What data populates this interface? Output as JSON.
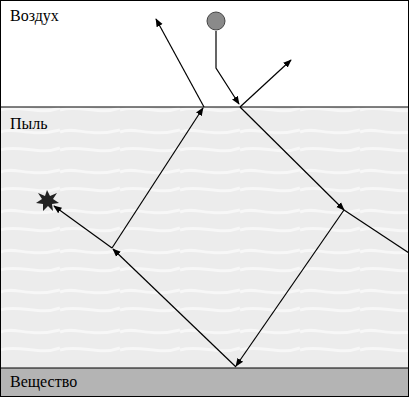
{
  "diagram": {
    "nodes": [
      {
        "text": [
          "Воздух"
        ]
      },
      {
        "text": [
          "Пыль"
        ]
      },
      {
        "text": [
          "Вещество"
        ]
      }
    ]
  }
}
